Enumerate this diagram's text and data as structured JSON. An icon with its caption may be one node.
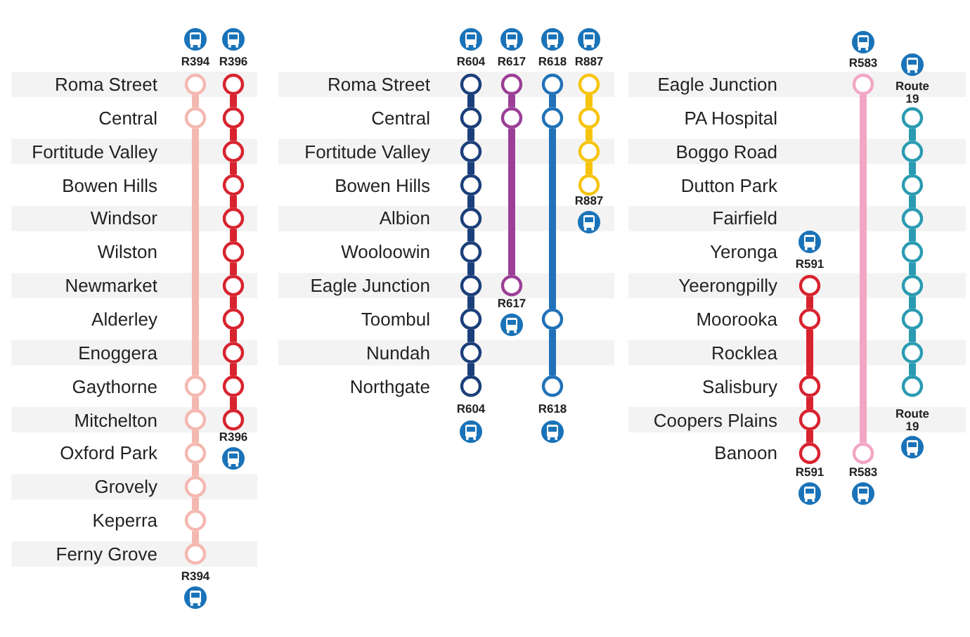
{
  "diagram": {
    "nodes": [
      {
        "text": [],
        "shape": "circle",
        "beside": [
          "R394"
        ]
      },
      {
        "text": [],
        "shape": "circle"
      },
      {
        "text": [],
        "shape": "circle"
      },
      {
        "text": [],
        "shape": "circle"
      },
      {
        "text": [],
        "shape": "circle"
      },
      {
        "text": [],
        "shape": "circle"
      },
      {
        "text": [],
        "shape": "circle"
      },
      {
        "text": [],
        "shape": "circle",
        "beside": [
          "R394"
        ]
      },
      {
        "text": [],
        "shape": "circle",
        "beside": [
          "R396"
        ]
      },
      {
        "text": [],
        "shape": "circle"
      },
      {
        "text": [],
        "shape": "circle"
      },
      {
        "text": [],
        "shape": "circle"
      },
      {
        "text": [],
        "shape": "circle"
      },
      {
        "text": [],
        "shape": "circle"
      },
      {
        "text": [],
        "shape": "circle"
      },
      {
        "text": [],
        "shape": "circle"
      },
      {
        "text": [],
        "shape": "circle"
      },
      {
        "text": [],
        "shape": "circle"
      },
      {
        "text": [],
        "shape": "circle",
        "beside": [
          "R396"
        ]
      },
      {
        "text": [],
        "shape": "circle",
        "beside": [
          "R604"
        ]
      },
      {
        "text": [],
        "shape": "circle"
      },
      {
        "text": [],
        "shape": "circle"
      },
      {
        "text": [],
        "shape": "circle"
      },
      {
        "text": [],
        "shape": "circle"
      },
      {
        "text": [],
        "shape": "circle"
      },
      {
        "text": [],
        "shape": "circle"
      },
      {
        "text": [],
        "shape": "circle"
      },
      {
        "text": [],
        "shape": "circle"
      },
      {
        "text": [],
        "shape": "circle",
        "beside": [
          "R604"
        ]
      },
      {
        "text": [],
        "shape": "circle",
        "beside": [
          "R617"
        ]
      },
      {
        "text": [],
        "shape": "circle"
      },
      {
        "text": [],
        "shape": "circle",
        "beside": [
          "R617"
        ]
      },
      {
        "text": [],
        "shape": "circle",
        "beside": [
          "R618"
        ]
      },
      {
        "text": [],
        "shape": "circle"
      },
      {
        "text": [],
        "shape": "circle"
      },
      {
        "text": [],
        "shape": "circle",
        "beside": [
          "R618"
        ]
      },
      {
        "text": [],
        "shape": "circle",
        "beside": [
          "R887"
        ]
      },
      {
        "text": [],
        "shape": "circle"
      },
      {
        "text": [],
        "shape": "circle"
      },
      {
        "text": [],
        "shape": "circle",
        "beside": [
          "R887"
        ]
      },
      {
        "text": [],
        "shape": "circle",
        "beside": [
          "R583"
        ]
      },
      {
        "text": [],
        "shape": "circle",
        "beside": [
          "R583"
        ]
      },
      {
        "text": [],
        "shape": "circle",
        "beside": [
          "Route 19"
        ]
      },
      {
        "text": [],
        "shape": "circle"
      },
      {
        "text": [],
        "shape": "circle"
      },
      {
        "text": [],
        "shape": "circle"
      },
      {
        "text": [],
        "shape": "circle"
      },
      {
        "text": [],
        "shape": "circle"
      },
      {
        "text": [],
        "shape": "circle"
      },
      {
        "text": [],
        "shape": "circle"
      },
      {
        "text": [],
        "shape": "circle",
        "beside": [
          "Route 19"
        ]
      },
      {
        "text": [],
        "shape": "circle",
        "beside": [
          "R591"
        ]
      },
      {
        "text": [],
        "shape": "circle"
      },
      {
        "text": [],
        "shape": "circle"
      },
      {
        "text": [],
        "shape": "circle"
      },
      {
        "text": [],
        "shape": "circle",
        "beside": [
          "R591"
        ]
      }
    ],
    "edges": [
      {
        "from": 0,
        "to": 1,
        "arrow": "none",
        "color": "#f4b8b0"
      },
      {
        "from": 1,
        "to": 2,
        "arrow": "none",
        "color": "#f4b8b0"
      },
      {
        "from": 2,
        "to": 3,
        "arrow": "none",
        "color": "#f4b8b0"
      },
      {
        "from": 3,
        "to": 4,
        "arrow": "none",
        "color": "#f4b8b0"
      },
      {
        "from": 4,
        "to": 5,
        "arrow": "none",
        "color": "#f4b8b0"
      },
      {
        "from": 5,
        "to": 6,
        "arrow": "none",
        "color": "#f4b8b0"
      },
      {
        "from": 6,
        "to": 7,
        "arrow": "none",
        "color": "#f4b8b0"
      },
      {
        "from": 8,
        "to": 9,
        "arrow": "none",
        "color": "#d7242f"
      },
      {
        "from": 9,
        "to": 10,
        "arrow": "none",
        "color": "#d7242f"
      },
      {
        "from": 10,
        "to": 11,
        "arrow": "none",
        "color": "#d7242f"
      },
      {
        "from": 11,
        "to": 12,
        "arrow": "none",
        "color": "#d7242f"
      },
      {
        "from": 12,
        "to": 13,
        "arrow": "none",
        "color": "#d7242f"
      },
      {
        "from": 13,
        "to": 14,
        "arrow": "none",
        "color": "#d7242f"
      },
      {
        "from": 14,
        "to": 15,
        "arrow": "none",
        "color": "#d7242f"
      },
      {
        "from": 15,
        "to": 16,
        "arrow": "none",
        "color": "#d7242f"
      },
      {
        "from": 16,
        "to": 17,
        "arrow": "none",
        "color": "#d7242f"
      },
      {
        "from": 17,
        "to": 18,
        "arrow": "none",
        "color": "#d7242f"
      },
      {
        "from": 19,
        "to": 20,
        "arrow": "none",
        "color": "#1b3f7a"
      },
      {
        "from": 20,
        "to": 21,
        "arrow": "none",
        "color": "#1b3f7a"
      },
      {
        "from": 21,
        "to": 22,
        "arrow": "none",
        "color": "#1b3f7a"
      },
      {
        "from": 22,
        "to": 23,
        "arrow": "none",
        "color": "#1b3f7a"
      },
      {
        "from": 23,
        "to": 24,
        "arrow": "none",
        "color": "#1b3f7a"
      },
      {
        "from": 24,
        "to": 25,
        "arrow": "none",
        "color": "#1b3f7a"
      },
      {
        "from": 25,
        "to": 26,
        "arrow": "none",
        "color": "#1b3f7a"
      },
      {
        "from": 26,
        "to": 27,
        "arrow": "none",
        "color": "#1b3f7a"
      },
      {
        "from": 27,
        "to": 28,
        "arrow": "none",
        "color": "#1b3f7a"
      },
      {
        "from": 29,
        "to": 30,
        "arrow": "none",
        "color": "#9b3f97"
      },
      {
        "from": 30,
        "to": 31,
        "arrow": "none",
        "color": "#9b3f97"
      },
      {
        "from": 32,
        "to": 33,
        "arrow": "none",
        "color": "#2172b8"
      },
      {
        "from": 33,
        "to": 34,
        "arrow": "none",
        "color": "#2172b8"
      },
      {
        "from": 34,
        "to": 35,
        "arrow": "none",
        "color": "#2172b8"
      },
      {
        "from": 36,
        "to": 37,
        "arrow": "none",
        "color": "#f6c40e"
      },
      {
        "from": 37,
        "to": 38,
        "arrow": "none",
        "color": "#f6c40e"
      },
      {
        "from": 38,
        "to": 39,
        "arrow": "none",
        "color": "#f6c40e"
      },
      {
        "from": 40,
        "to": 41,
        "arrow": "none",
        "color": "#f2a6c4"
      },
      {
        "from": 42,
        "to": 43,
        "arrow": "none",
        "color": "#2a9bb2"
      },
      {
        "from": 43,
        "to": 44,
        "arrow": "none",
        "color": "#2a9bb2"
      },
      {
        "from": 44,
        "to": 45,
        "arrow": "none",
        "color": "#2a9bb2"
      },
      {
        "from": 45,
        "to": 46,
        "arrow": "none",
        "color": "#2a9bb2"
      },
      {
        "from": 46,
        "to": 47,
        "arrow": "none",
        "color": "#2a9bb2"
      },
      {
        "from": 47,
        "to": 48,
        "arrow": "none",
        "color": "#2a9bb2"
      },
      {
        "from": 48,
        "to": 49,
        "arrow": "none",
        "color": "#2a9bb2"
      },
      {
        "from": 49,
        "to": 50,
        "arrow": "none",
        "color": "#2a9bb2"
      },
      {
        "from": 51,
        "to": 52,
        "arrow": "none",
        "color": "#d8232f"
      },
      {
        "from": 52,
        "to": 53,
        "arrow": "none",
        "color": "#d8232f"
      },
      {
        "from": 53,
        "to": 54,
        "arrow": "none",
        "color": "#d8232f"
      },
      {
        "from": 54,
        "to": 55,
        "arrow": "none",
        "color": "#d8232f"
      }
    ],
    "labels": [
      "Roma Street",
      "Central",
      "Fortitude Valley",
      "Bowen Hills",
      "Windsor",
      "Wilston",
      "Newmarket",
      "Alderley",
      "Enoggera",
      "Gaythorne",
      "Mitchelton",
      "Oxford Park",
      "Grovely",
      "Keperra",
      "Ferny Grove",
      "Roma Street",
      "Central",
      "Fortitude Valley",
      "Bowen Hills",
      "Albion",
      "Wooloowin",
      "Eagle Junction",
      "Toombul",
      "Nundah",
      "Northgate",
      "Eagle Junction",
      "PA Hospital",
      "Boggo Road",
      "Dutton Park",
      "Fairfield",
      "Yeronga",
      "Yeerongpilly",
      "Moorooka",
      "Rocklea",
      "Salisbury",
      "Coopers Plains",
      "Banoon"
    ]
  }
}
